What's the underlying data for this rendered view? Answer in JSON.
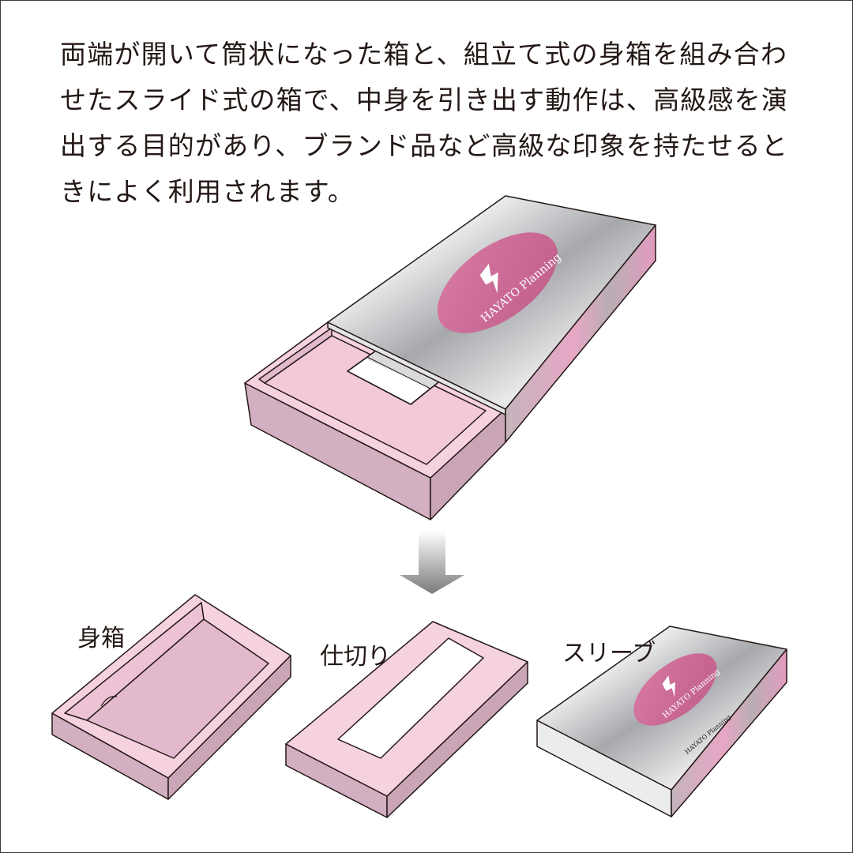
{
  "description": "両端が開いて筒状になった箱と、組立て式の身箱を組み合わせたスライド式の箱で、中身を引き出す動作は、高級感を演出する目的があり、ブランド品など高級な印象を持たせるときによく利用されます。",
  "parts": {
    "body_box": "身箱",
    "divider": "仕切り",
    "sleeve": "スリーブ"
  },
  "brand": {
    "name": "HAYATO Planning"
  },
  "colors": {
    "pink_top": "#f6d1e0",
    "pink_side": "#d2afc1",
    "pink_inner": "#e3b9cd",
    "silver": "#c2c3c6",
    "logo_oval": "#cc6b95",
    "outline": "#231815",
    "arrow": "#8a8a8a"
  }
}
